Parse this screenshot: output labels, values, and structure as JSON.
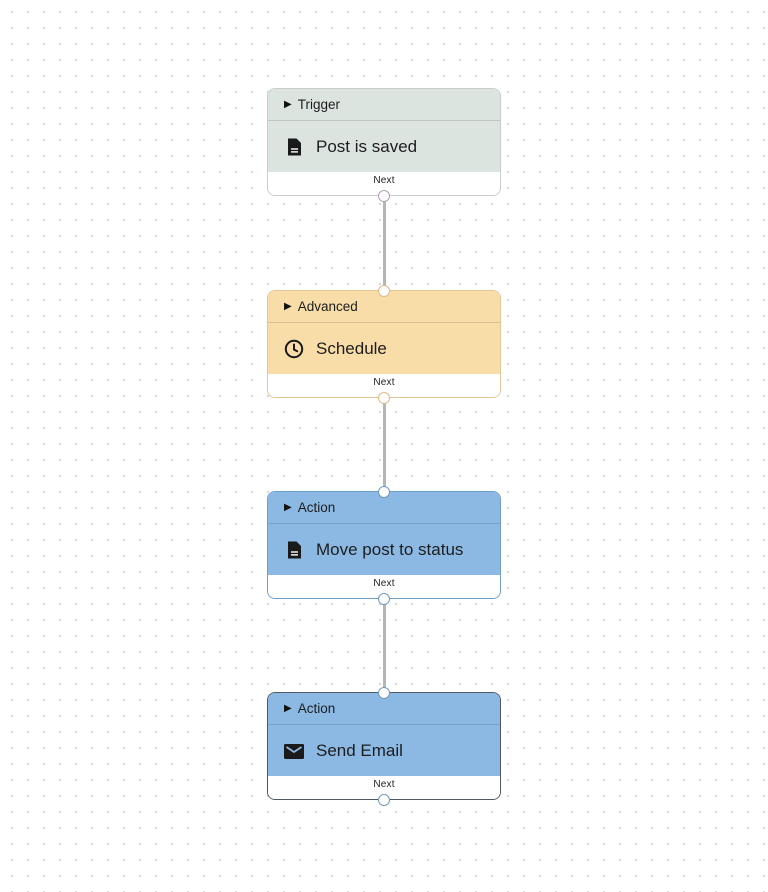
{
  "flow": {
    "nodes": [
      {
        "category": "Trigger",
        "title": "Post is saved",
        "icon": "document-icon",
        "footer": "Next"
      },
      {
        "category": "Advanced",
        "title": "Schedule",
        "icon": "clock-icon",
        "footer": "Next"
      },
      {
        "category": "Action",
        "title": "Move post to status",
        "icon": "document-icon",
        "footer": "Next"
      },
      {
        "category": "Action",
        "title": "Send Email",
        "icon": "mail-icon",
        "footer": "Next"
      }
    ],
    "colors": {
      "trigger": "#dce4e0",
      "advanced": "#f8dda9",
      "action": "#8bb9e3",
      "connector": "#b5b5b5"
    }
  }
}
